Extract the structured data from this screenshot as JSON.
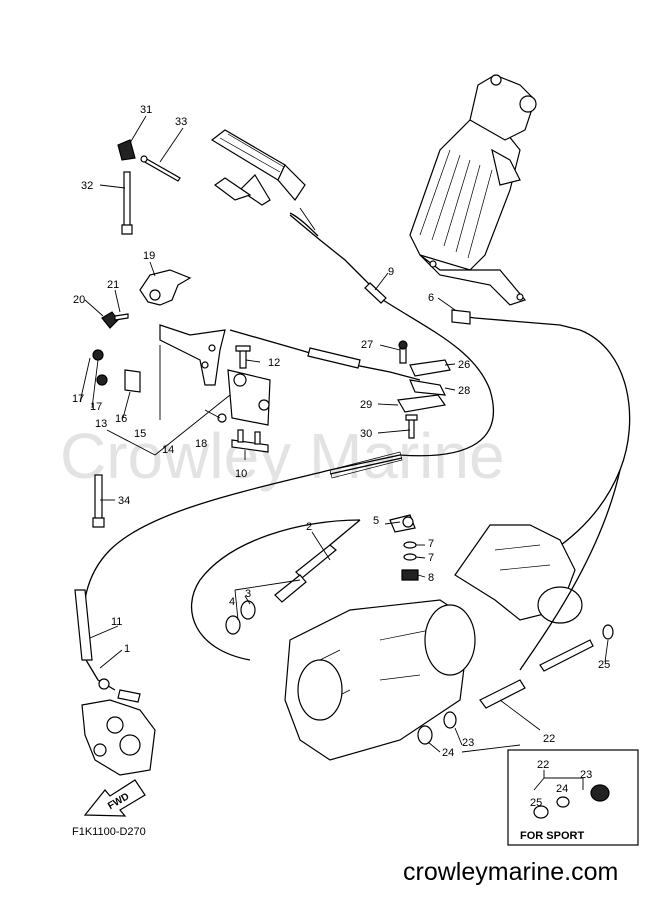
{
  "watermark": "Crowley Marine",
  "footer_url": "crowleymarine.com",
  "diagram_code": "F1K1100-D270",
  "fwd_label": "FWD",
  "sport_box_label": "FOR SPORT",
  "callouts": {
    "c1": "1",
    "c2": "2",
    "c3": "3",
    "c4": "4",
    "c5": "5",
    "c6": "6",
    "c7a": "7",
    "c7b": "7",
    "c8": "8",
    "c9": "9",
    "c10": "10",
    "c11": "11",
    "c12": "12",
    "c13": "13",
    "c14": "14",
    "c15": "15",
    "c16": "16",
    "c17a": "17",
    "c17b": "17",
    "c18": "18",
    "c19": "19",
    "c20": "20",
    "c21": "21",
    "c22a": "22",
    "c22b": "22",
    "c23a": "23",
    "c23b": "23",
    "c24a": "24",
    "c24b": "24",
    "c25a": "25",
    "c25b": "25",
    "c26": "26",
    "c27": "27",
    "c28": "28",
    "c29": "29",
    "c30": "30",
    "c31": "31",
    "c32": "32",
    "c33": "33",
    "c34": "34"
  }
}
